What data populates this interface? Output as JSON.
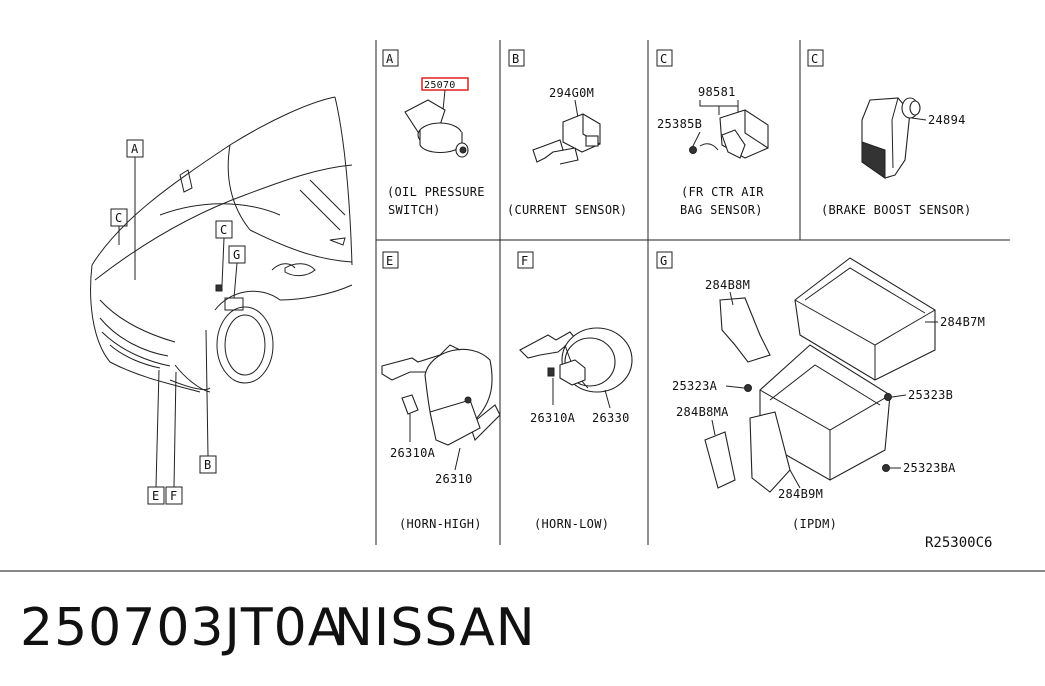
{
  "footer": {
    "part_number": "250703JT0A",
    "brand": "NISSAN"
  },
  "diagram": {
    "ref_code": "R25300C6",
    "car_callouts": [
      "A",
      "C",
      "C",
      "G",
      "E",
      "F",
      "B"
    ],
    "panels": {
      "A": {
        "letter": "A",
        "part": "25070",
        "caption_1": "(OIL PRESSURE",
        "caption_2": "SWITCH)"
      },
      "B": {
        "letter": "B",
        "part": "294G0M",
        "caption_1": "(CURRENT SENSOR)"
      },
      "C1": {
        "letter": "C",
        "part_1": "98581",
        "part_2": "25385B",
        "caption_1": "(FR CTR AIR",
        "caption_2": "BAG SENSOR)"
      },
      "C2": {
        "letter": "C",
        "part": "24894",
        "caption_1": "(BRAKE BOOST SENSOR)"
      },
      "E": {
        "letter": "E",
        "part_1": "26310A",
        "part_2": "26310",
        "caption_1": "(HORN-HIGH)"
      },
      "F": {
        "letter": "F",
        "part_1": "26310A",
        "part_2": "26330",
        "caption_1": "(HORN-LOW)"
      },
      "G": {
        "letter": "G",
        "part_1": "284B8M",
        "part_2": "284B7M",
        "part_3": "25323A",
        "part_4": "25323B",
        "part_5": "284B8MA",
        "part_6": "25323BA",
        "part_7": "284B9M",
        "caption_1": "(IPDM)"
      }
    }
  },
  "colors": {
    "highlight": "#e0201b",
    "ink": "#111111"
  }
}
